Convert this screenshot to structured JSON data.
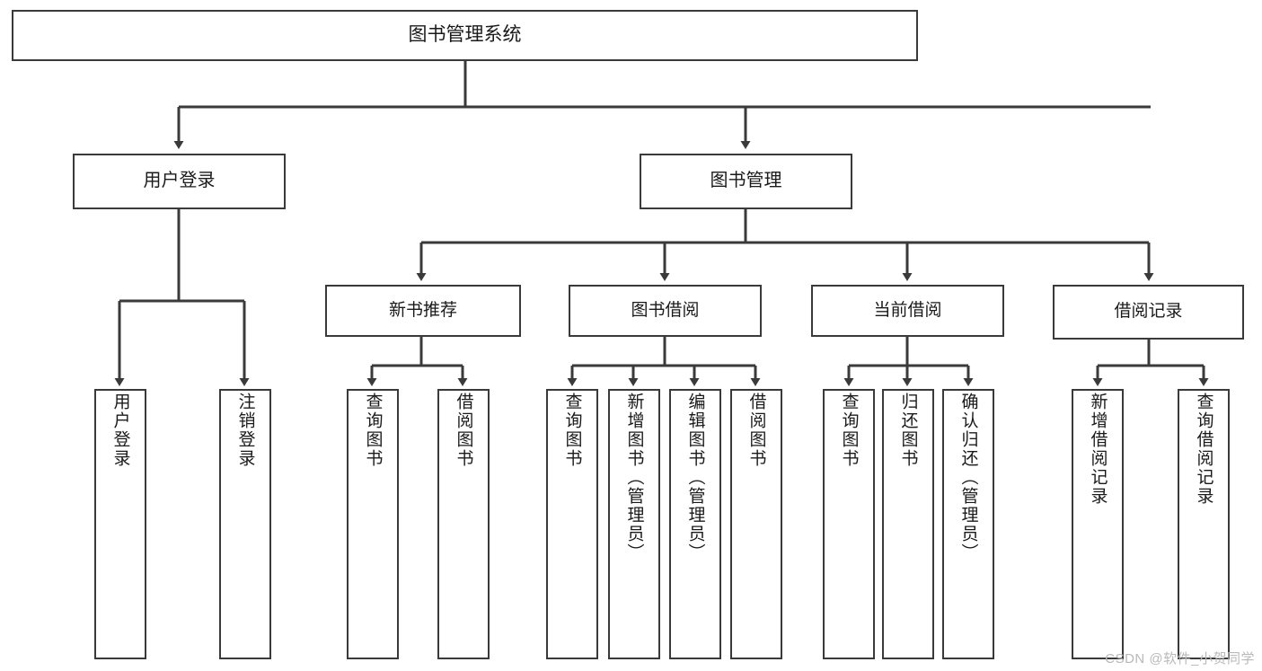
{
  "diagram": {
    "type": "tree-hierarchy-diagram",
    "title": "图书管理系统",
    "watermark": "CSDN @软件_小贺同学",
    "colors": {
      "stroke": "#3a3a3a",
      "fill": "#ffffff",
      "text": "#1a1a1a",
      "watermark": "#b9b9b9"
    },
    "root": {
      "label": "图书管理系统"
    },
    "level1": [
      {
        "label": "用户登录"
      },
      {
        "label": "图书管理"
      }
    ],
    "level2": [
      {
        "label": "新书推荐"
      },
      {
        "label": "图书借阅"
      },
      {
        "label": "当前借阅"
      },
      {
        "label": "借阅记录"
      }
    ],
    "leaves": {
      "user_login": [
        {
          "label": "用户登录"
        },
        {
          "label": "注销登录"
        }
      ],
      "new_book_recommend": [
        {
          "label": "查询图书"
        },
        {
          "label": "借阅图书"
        }
      ],
      "book_borrow": [
        {
          "label": "查询图书"
        },
        {
          "label": "新增图书（管理员）"
        },
        {
          "label": "编辑图书（管理员）"
        },
        {
          "label": "借阅图书"
        }
      ],
      "current_borrow": [
        {
          "label": "查询图书"
        },
        {
          "label": "归还图书"
        },
        {
          "label": "确认归还（管理员）"
        }
      ],
      "borrow_record": [
        {
          "label": "新增借阅记录"
        },
        {
          "label": "查询借阅记录"
        }
      ]
    }
  }
}
